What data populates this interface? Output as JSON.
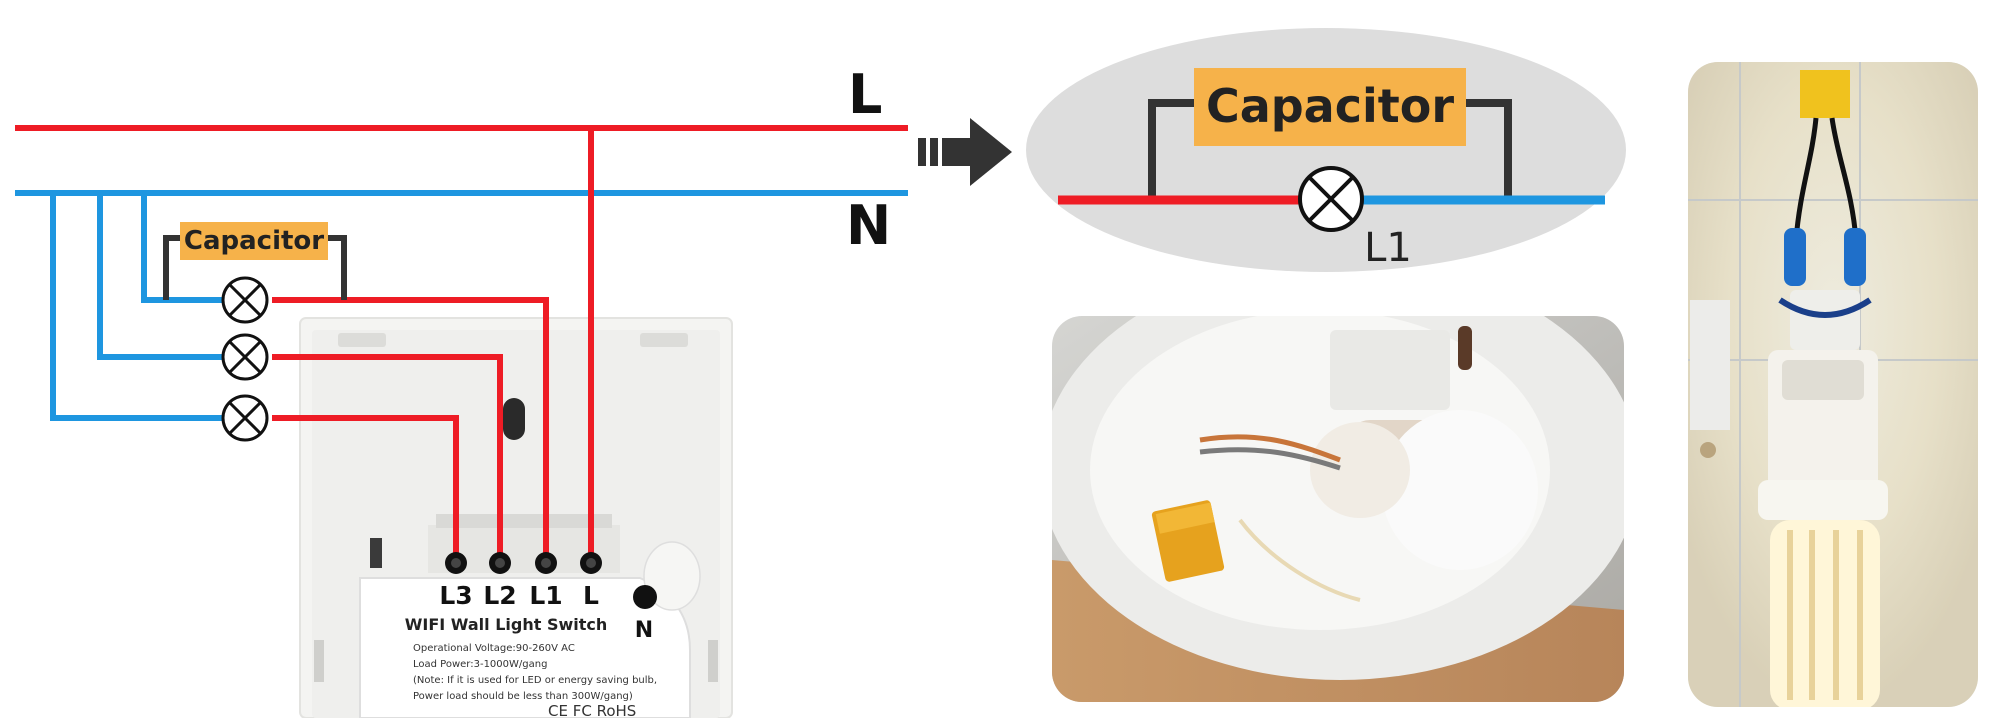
{
  "diagram": {
    "line_label_L": "L",
    "line_label_N": "N",
    "capacitor_label": "Capacitor",
    "terminals": [
      "L3",
      "L2",
      "L1",
      "L"
    ],
    "neutral_label": "N",
    "switch_title": "WIFI Wall Light Switch",
    "spec_lines": [
      "Operational Voltage:90-260V AC",
      "Load Power:3-1000W/gang",
      "(Note: If it is used for LED or energy saving bulb,",
      "Power load should be less than 300W/gang)"
    ],
    "certifications": "CE FC RoHS"
  },
  "detail": {
    "capacitor_label": "Capacitor",
    "lamp_label": "L1"
  },
  "colors": {
    "live": "#ee1c25",
    "neutral": "#1e96e0",
    "capacitor_box": "#f6b24a",
    "arrow": "#333333"
  }
}
